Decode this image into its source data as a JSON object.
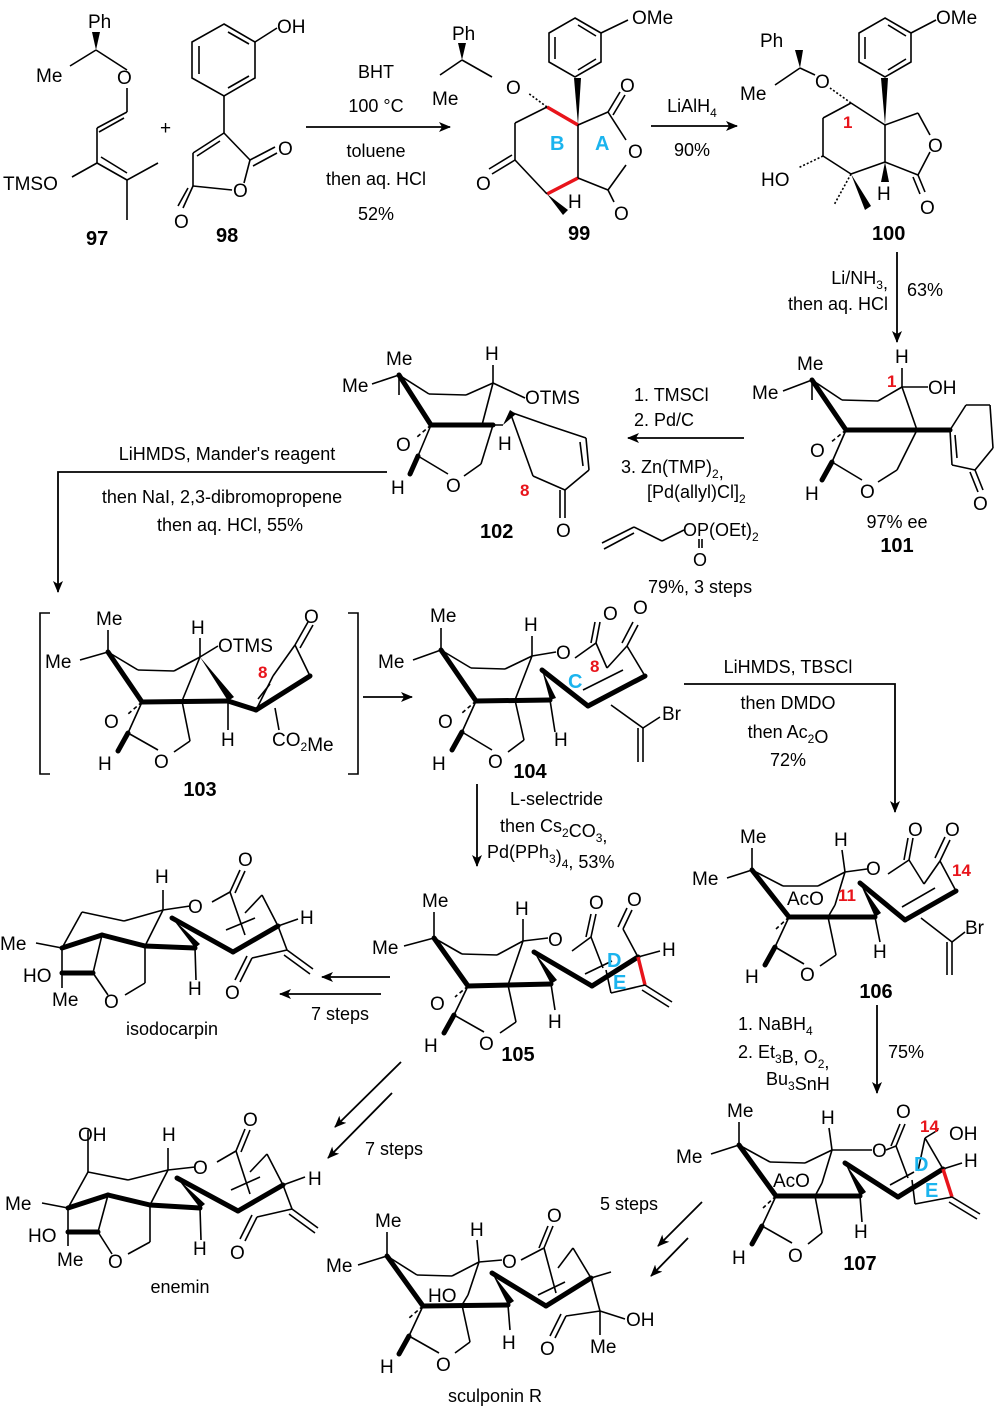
{
  "colors": {
    "ring_label": "#1bb4ee",
    "atom_number": "#e8141b",
    "text": "#000000"
  },
  "compounds": {
    "c97": {
      "label": "97",
      "atoms": [
        "Ph",
        "Me",
        "O",
        "TMSO"
      ]
    },
    "c98": {
      "label": "98",
      "atoms": [
        "OH",
        "O",
        "O",
        "O"
      ]
    },
    "c99": {
      "label": "99",
      "atoms": [
        "Ph",
        "Me",
        "O",
        "OMe",
        "O",
        "O",
        "O",
        "O",
        "H"
      ],
      "rings": [
        "B",
        "A"
      ]
    },
    "c100": {
      "label": "100",
      "atoms": [
        "Ph",
        "Me",
        "O",
        "OMe",
        "HO",
        "O",
        "O",
        "H"
      ],
      "numbers": [
        "1"
      ]
    },
    "c101": {
      "label": "101",
      "ee": "97% ee",
      "atoms": [
        "Me",
        "Me",
        "H",
        "OH",
        "O",
        "O",
        "H",
        "O"
      ],
      "numbers": [
        "1"
      ]
    },
    "c102": {
      "label": "102",
      "atoms": [
        "Me",
        "Me",
        "H",
        "OTMS",
        "H",
        "O",
        "O",
        "H",
        "O"
      ],
      "numbers": [
        "8"
      ]
    },
    "c103": {
      "label": "103",
      "atoms": [
        "Me",
        "Me",
        "H",
        "OTMS",
        "O",
        "O",
        "O",
        "H",
        "H",
        "CO2Me"
      ],
      "numbers": [
        "8"
      ]
    },
    "c104": {
      "label": "104",
      "atoms": [
        "Me",
        "Me",
        "H",
        "O",
        "O",
        "O",
        "O",
        "O",
        "H",
        "H",
        "Br"
      ],
      "numbers": [
        "8"
      ],
      "rings": [
        "C"
      ]
    },
    "c105": {
      "label": "105",
      "atoms": [
        "Me",
        "Me",
        "H",
        "O",
        "O",
        "O",
        "O",
        "O",
        "H",
        "H",
        "H"
      ],
      "rings": [
        "D",
        "E"
      ]
    },
    "c106": {
      "label": "106",
      "atoms": [
        "Me",
        "Me",
        "H",
        "O",
        "O",
        "AcO",
        "O",
        "O",
        "H",
        "H",
        "Br"
      ],
      "numbers": [
        "11",
        "14"
      ]
    },
    "c107": {
      "label": "107",
      "atoms": [
        "Me",
        "Me",
        "H",
        "O",
        "OH",
        "AcO",
        "O",
        "O",
        "H",
        "H",
        "H"
      ],
      "numbers": [
        "14"
      ],
      "rings": [
        "D",
        "E"
      ]
    },
    "isodocarpin": {
      "label": "isodocarpin",
      "atoms": [
        "H",
        "O",
        "O",
        "Me",
        "HO",
        "Me",
        "O",
        "H",
        "H",
        "O"
      ]
    },
    "enemin": {
      "label": "enemin",
      "atoms": [
        "OH",
        "H",
        "O",
        "O",
        "Me",
        "HO",
        "Me",
        "O",
        "H",
        "H",
        "O"
      ]
    },
    "sculponin_r": {
      "label": "sculponin R",
      "atoms": [
        "Me",
        "Me",
        "H",
        "O",
        "O",
        "HO",
        "O",
        "H",
        "H",
        "O",
        "OH",
        "Me"
      ]
    }
  },
  "plus": "+",
  "steps": {
    "s1": {
      "above": [
        "BHT",
        "100 °C"
      ],
      "below": [
        "toluene",
        "then aq. HCl",
        "52%"
      ]
    },
    "s2": {
      "above": [
        "LiAlH4"
      ],
      "below": [
        "90%"
      ]
    },
    "s3": {
      "left": [
        "Li/NH3,",
        "then aq. HCl"
      ],
      "right": [
        "63%"
      ]
    },
    "s4": {
      "above": [
        "1. TMSCl",
        "2. Pd/C"
      ],
      "below": [
        "3. Zn(TMP)2,",
        "[Pd(allyl)Cl]2",
        "OP(OEt)2",
        "O",
        "79%, 3 steps"
      ]
    },
    "s5": {
      "above": [
        "LiHMDS, Mander's reagent"
      ],
      "below": [
        "then NaI, 2,3-dibromopropene",
        "then aq. HCl, 55%"
      ]
    },
    "s6": {
      "above": [
        "LiHMDS, TBSCl"
      ],
      "below": [
        "then DMDO",
        "then Ac2O",
        "72%"
      ]
    },
    "s7": {
      "right": [
        "L-selectride",
        "then Cs2CO3,",
        "Pd(PPh3)4, 53%"
      ]
    },
    "s8": {
      "below": [
        "7 steps"
      ]
    },
    "s9": {
      "right": [
        "7 steps"
      ]
    },
    "s10": {
      "left": [
        "1. NaBH4",
        "2. Et3B, O2,",
        "Bu3SnH"
      ],
      "right": [
        "75%"
      ]
    },
    "s11": {
      "above": [
        "5 steps"
      ]
    }
  }
}
